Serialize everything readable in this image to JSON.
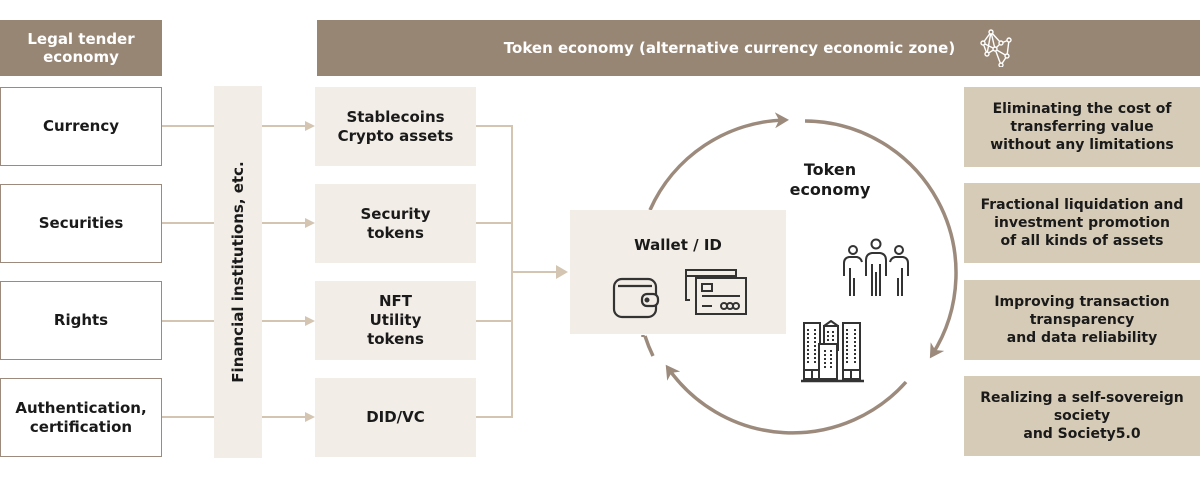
{
  "headers": {
    "legal_tender": "Legal tender\neconomy",
    "token_economy": "Token economy (alternative currency economic zone)",
    "token_economy_icon": "network-nodes-icon"
  },
  "sources": [
    {
      "label": "Currency"
    },
    {
      "label": "Securities"
    },
    {
      "label": "Rights"
    },
    {
      "label": "Authentication,\ncertification"
    }
  ],
  "intermediary": {
    "label": "Financial institutions, etc."
  },
  "tokens": [
    {
      "label": "Stablecoins\nCrypto assets"
    },
    {
      "label": "Security\ntokens"
    },
    {
      "label": "NFT\nUtility\ntokens"
    },
    {
      "label": "DID/VC"
    }
  ],
  "wallet": {
    "label": "Wallet / ID",
    "icons": [
      "wallet-icon",
      "credit-cards-icon"
    ]
  },
  "cycle": {
    "label": "Token\neconomy",
    "icons": [
      "people-group-icon",
      "city-buildings-icon"
    ]
  },
  "benefits": [
    {
      "label": "Eliminating the cost of\ntransferring value\nwithout any limitations"
    },
    {
      "label": "Fractional liquidation and\ninvestment promotion\nof all kinds of assets"
    },
    {
      "label": "Improving transaction\ntransparency\nand data reliability"
    },
    {
      "label": "Realizing a self-sovereign\nsociety\nand Society5.0"
    }
  ],
  "colors": {
    "header_brown": "#988675",
    "light_beige": "#f2ede6",
    "benefit_tan": "#d6cbb7",
    "connector": "#d3c5b2",
    "ring": "#9c8b7c"
  }
}
